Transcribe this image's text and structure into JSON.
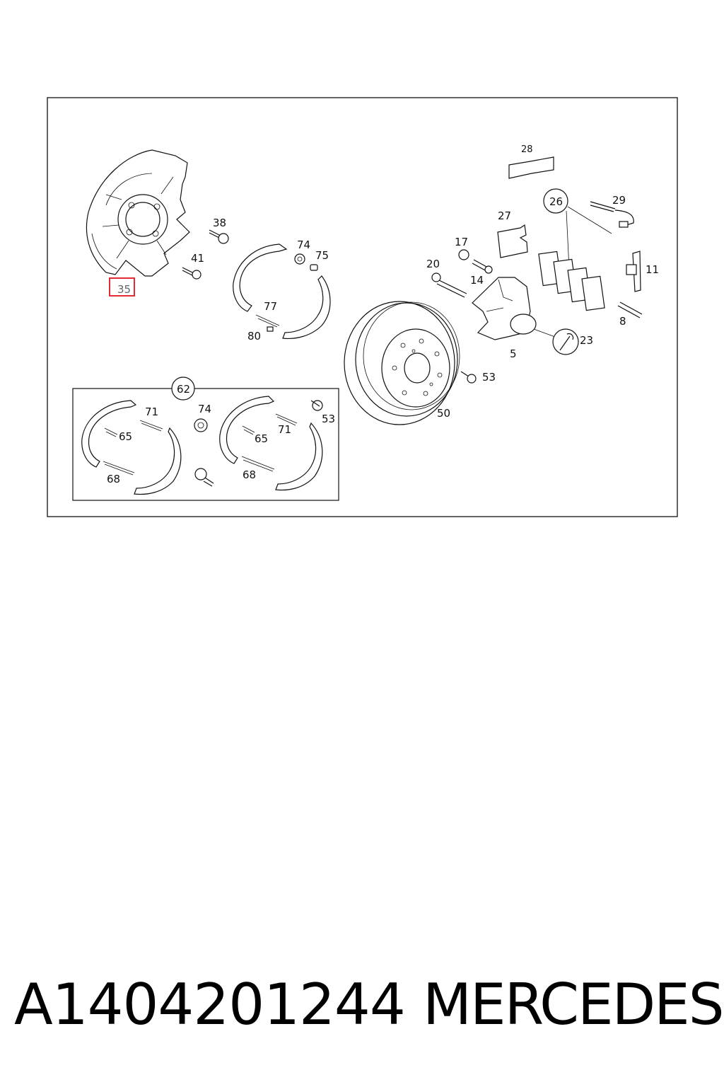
{
  "diagram": {
    "labels": {
      "l35": "35",
      "l38": "38",
      "l41": "41",
      "l74": "74",
      "l75": "75",
      "l77": "77",
      "l80": "80",
      "l28": "28",
      "l26": "26",
      "l29": "29",
      "l27": "27",
      "l17": "17",
      "l20": "20",
      "l14": "14",
      "l11": "11",
      "l8": "8",
      "l5": "5",
      "l23": "23",
      "l53": "53",
      "l50": "50",
      "l62": "62",
      "l71a": "71",
      "l74b": "74",
      "l65a": "65",
      "l68a": "68",
      "l53b": "53",
      "l71b": "71",
      "l65b": "65",
      "l68b": "68"
    },
    "highlight_color": "#e0141e"
  },
  "footer": {
    "part_number": "A1404201244",
    "brand": "MERCEDES"
  }
}
